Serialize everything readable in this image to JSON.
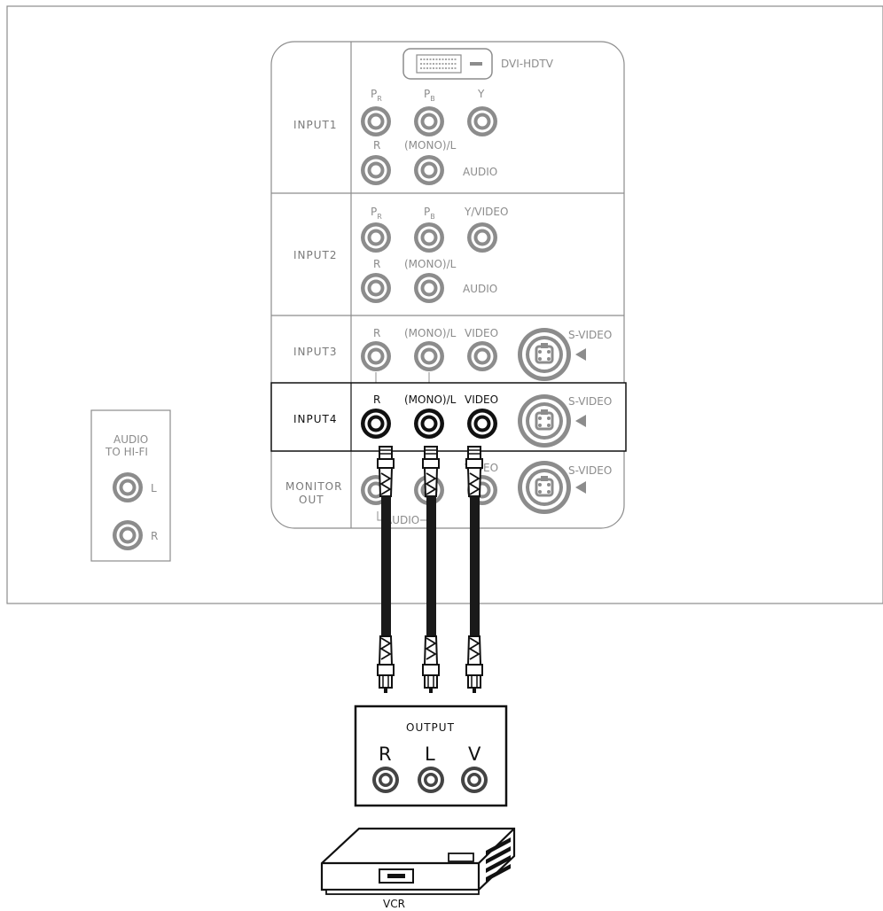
{
  "panel": {
    "dvi_label": "DVI-HDTV",
    "input1": {
      "name": "INPUT1",
      "pr": "P",
      "pr_sub": "R",
      "pb": "P",
      "pb_sub": "B",
      "y": "Y",
      "r": "R",
      "mono_l": "(MONO)/L",
      "audio": "AUDIO"
    },
    "input2": {
      "name": "INPUT2",
      "pr": "P",
      "pr_sub": "R",
      "pb": "P",
      "pb_sub": "B",
      "y_video": "Y/VIDEO",
      "r": "R",
      "mono_l": "(MONO)/L",
      "audio": "AUDIO"
    },
    "input3": {
      "name": "INPUT3",
      "r": "R",
      "mono_l": "(MONO)/L",
      "video": "VIDEO",
      "s_video": "S-VIDEO"
    },
    "input4": {
      "name": "INPUT4",
      "r": "R",
      "mono_l": "(MONO)/L",
      "video": "VIDEO",
      "s_video": "S-VIDEO"
    },
    "monitor_out": {
      "name_line1": "MONITOR",
      "name_line2": "OUT",
      "video": "VIDEO",
      "audio": "AUDIO",
      "s_video": "S-VIDEO"
    }
  },
  "hifi": {
    "title_line1": "AUDIO",
    "title_line2": "TO HI-FI",
    "l": "L",
    "r": "R"
  },
  "output_box": {
    "title": "OUTPUT",
    "r": "R",
    "l": "L",
    "v": "V"
  },
  "device": {
    "label": "VCR"
  },
  "colors": {
    "panel_border": "#8c8c8c",
    "highlight_border": "#111111",
    "jack_gray": "#8c8c8c",
    "jack_black": "#111111",
    "cable": "#1a1a1a"
  }
}
